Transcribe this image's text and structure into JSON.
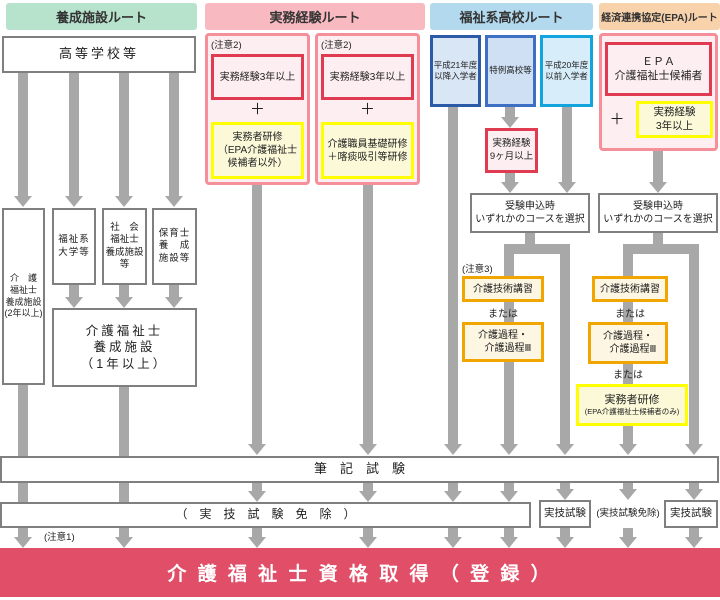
{
  "colors": {
    "route_training_header": "#b7e3cd",
    "route_experience_header": "#f8b9c1",
    "route_highschool_header": "#b2d9ee",
    "route_epa_header": "#f8d2ab",
    "connector_gray": "#a8a8a8",
    "accent_red_border": "#e13b52",
    "pink_border": "#f5909b",
    "yellow_border": "#ffff00",
    "orange_border": "#f0a500",
    "result_bar_red": "#e04f67"
  },
  "headers": {
    "training": "養成施設ルート",
    "experience": "実務経験ルート",
    "highschool": "福祉系高校ルート",
    "epa": "経済連携協定(EPA)ルート"
  },
  "training": {
    "high_school": "高等学校等",
    "kaigo_2yr": "介　護\n福祉士\n養成施設\n(2年以上)",
    "fukushi_univ": "福祉系\n大学等",
    "shakai_fukushi": "社　会\n福祉士\n養成施設\n等",
    "hoiku": "保育士\n養　成\n施設等",
    "kaigo_1yr": "介護福祉士\n養成施設\n（1年以上）"
  },
  "experience": {
    "note2": "(注意2)",
    "exp_3yr": "実務経験3年以上",
    "jitsumusha_kenshu": "実務者研修\n（EPA介護福祉士\n候補者以外）",
    "kiso_kenshu": "介護職員基礎研修\n＋喀痰吸引等研修"
  },
  "highschool": {
    "h21": "平成21年度\n以降入学者",
    "tokurei": "特例高校等",
    "h20": "平成20年度\n以前入学者",
    "exp_9m": "実務経験\n9ヶ月以上",
    "note3": "(注意3)"
  },
  "common": {
    "plus": "＋",
    "course_select": "受験申込時\nいずれかのコースを選択",
    "koushu": "介護技術講習",
    "or": "または",
    "katei": "介護過程・\n　介護過程Ⅲ"
  },
  "epa": {
    "candidate": "ＥＰＡ\n介護福祉士候補者",
    "exp_3yr": "実務経験\n3年以上",
    "jitsumusha_l1": "実務者研修",
    "jitsumusha_l2": "(EPA介護福祉士候補者のみ)"
  },
  "exams": {
    "written": "筆　記　試　験",
    "practical_waiver_bar": "（　実　技　試　験　免　除　）",
    "practical": "実技試験",
    "practical_waiver_small": "(実技試験免除)",
    "note1": "(注意1)",
    "result": "介 護 福 祉 士 資 格 取 得 （ 登 録 ）"
  }
}
